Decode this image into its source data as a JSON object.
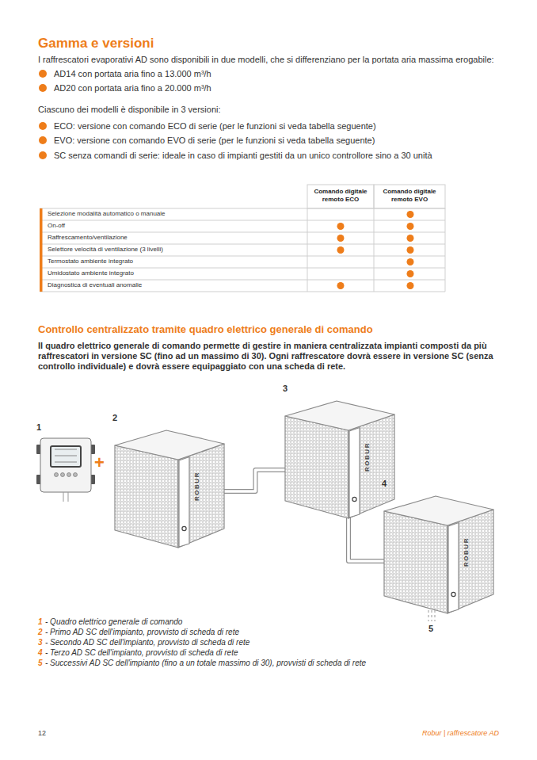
{
  "diagram": {
    "title": "Gamma e versioni",
    "nodes": [
      {
        "text": [
          "1"
        ]
      },
      {
        "text": [
          "2",
          "ROBUR"
        ]
      },
      {
        "text": [
          "3",
          "ROBUR"
        ]
      },
      {
        "text": [
          "4",
          "ROBUR"
        ]
      }
    ],
    "edges": [
      {
        "from": 1,
        "to": 2,
        "arrow": "none"
      },
      {
        "from": 2,
        "to": 3,
        "arrow": "none"
      }
    ],
    "labels": [
      "I raffrescatori evaporativi AD sono disponibili in due modelli, che si differenziano per la portata aria massima erogabile:",
      "AD14 con portata aria fino a 13.000 m³/h",
      "AD20 con portata aria fino a 20.000 m³/h",
      "Ciascuno dei modelli è disponibile in 3 versioni:",
      "ECO: versione con comando ECO di serie (per le funzioni si veda tabella seguente)",
      "EVO: versione con comando EVO di serie (per le funzioni si veda tabella seguente)",
      "SC senza comandi di serie: ideale in caso di impianti gestiti da un unico controllore sino a 30 unità",
      "Comando digitale remoto ECO",
      "Comando digitale remoto EVO",
      "Selezione modalità automatico o manuale",
      "On-off",
      "Raffrescamento/ventilazione",
      "Selettore velocità di ventilazione (3 livelli)",
      "Termostato ambiente integrato",
      "Umidostato ambiente integrato",
      "Diagnostica di eventuali anomalie",
      "Controllo centralizzato tramite quadro elettrico generale di comando",
      "Il quadro elettrico generale di comando permette di gestire in maniera centralizzata impianti composti da più raffrescatori in versione SC (fino ad un massimo di 30). Ogni raffrescatore dovrà essere in versione SC (senza controllo individuale) e dovrà essere equipaggiato con una scheda di rete.",
      "+",
      "5",
      "1",
      "- Quadro elettrico generale di comando",
      "2",
      "- Primo AD SC dell'impianto, provvisto di scheda di rete",
      "3",
      "- Secondo AD SC dell'impianto, provvisto di scheda di rete",
      "4",
      "- Terzo AD SC dell'impianto, provvisto di scheda di rete",
      "5",
      "- Successivi AD SC dell'impianto (fino a un totale massimo di 30), provvisti di scheda di rete",
      "12",
      "Robur | raffrescatore AD"
    ]
  }
}
